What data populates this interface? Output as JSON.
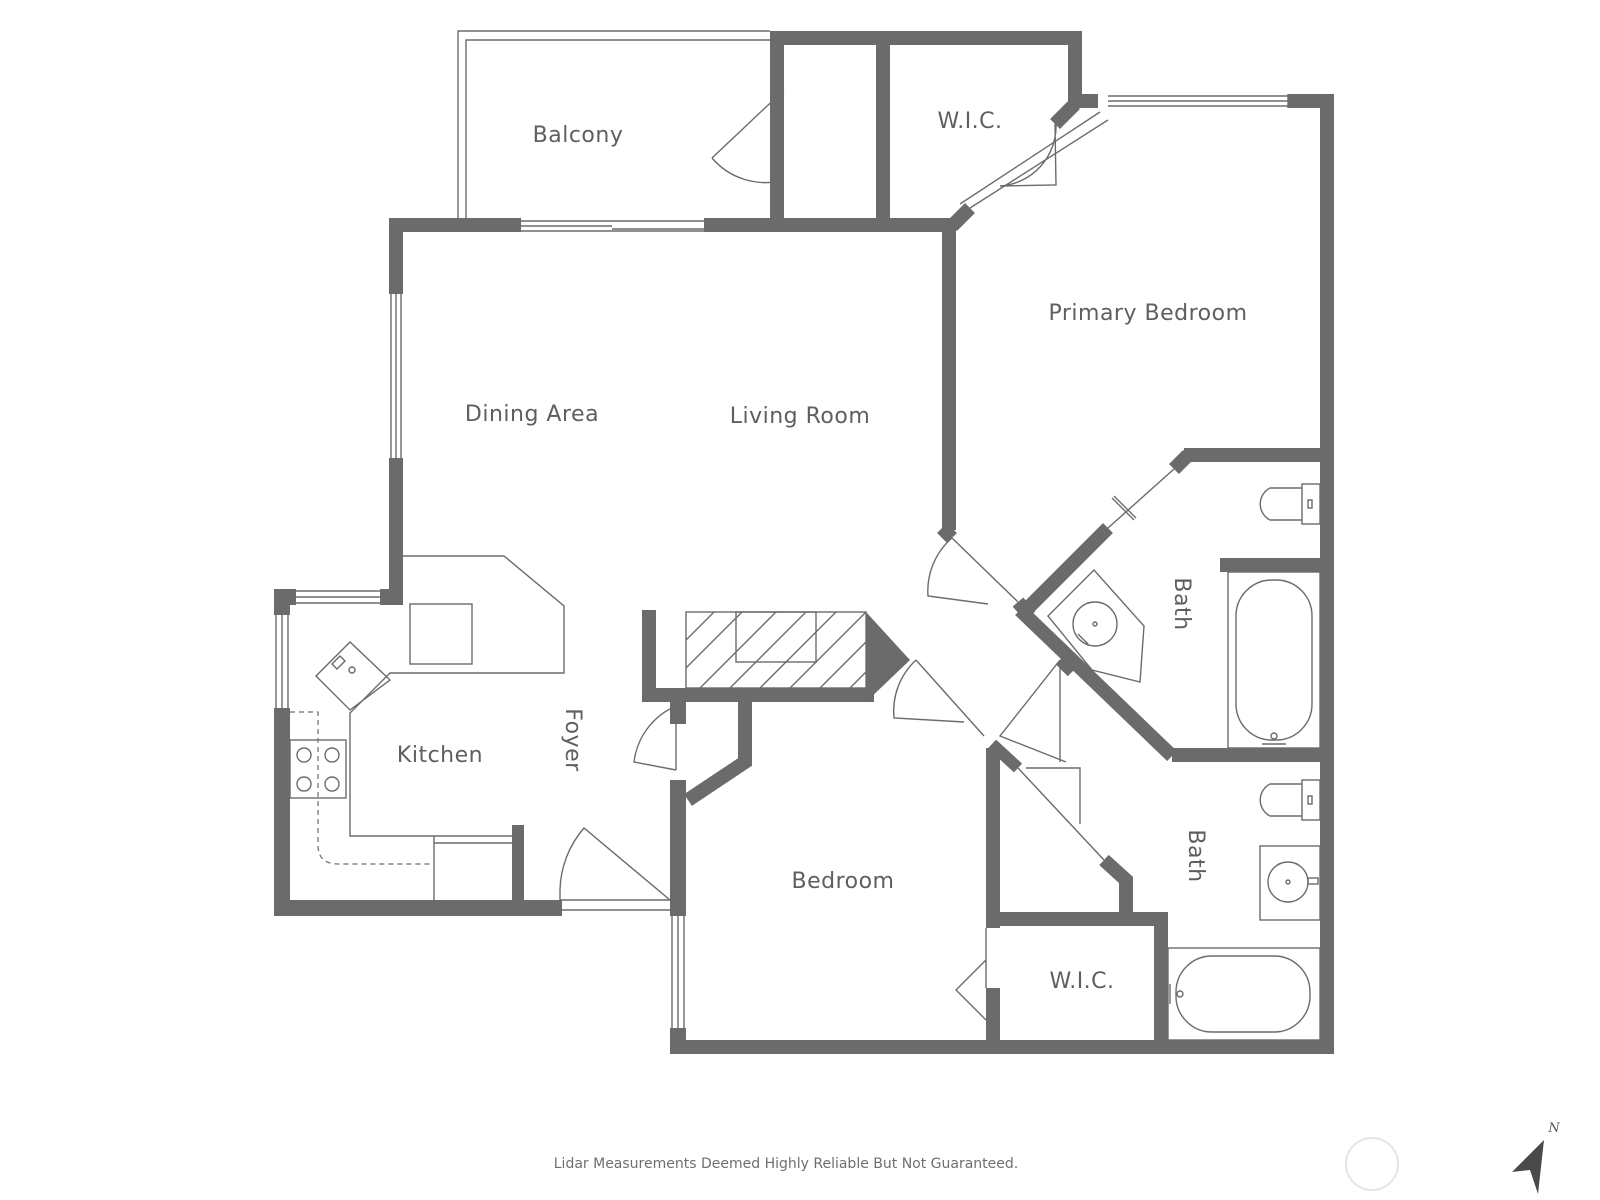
{
  "rooms": {
    "balcony": "Balcony",
    "wic_top": "W.I.C.",
    "primary_bedroom": "Primary Bedroom",
    "dining_area": "Dining Area",
    "living_room": "Living Room",
    "bath_upper": "Bath",
    "kitchen": "Kitchen",
    "foyer": "Foyer",
    "bedroom": "Bedroom",
    "bath_lower": "Bath",
    "wic_bottom": "W.I.C."
  },
  "footer": {
    "disclaimer": "Lidar Measurements Deemed Highly Reliable But Not Guaranteed."
  },
  "compass": {
    "north_label": "N"
  },
  "colors": {
    "wall": "#6b6b6b",
    "label": "#5f5f5f",
    "background": "#ffffff"
  }
}
